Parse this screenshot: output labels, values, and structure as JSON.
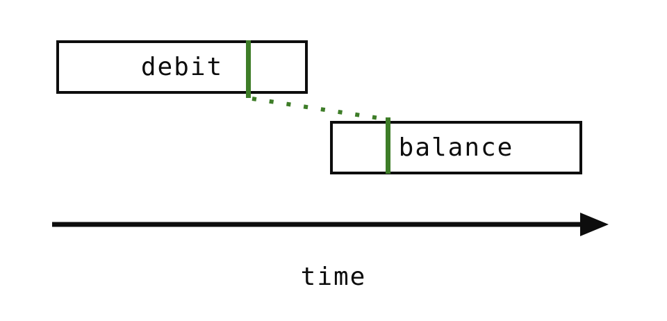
{
  "diagram": {
    "debit_box": {
      "label": "debit"
    },
    "balance_box": {
      "label": "balance"
    },
    "time_axis": {
      "label": "time"
    }
  },
  "colors": {
    "background": "#ffffff",
    "ink": "#0d0d0d",
    "accent_green": "#3e7d28"
  }
}
